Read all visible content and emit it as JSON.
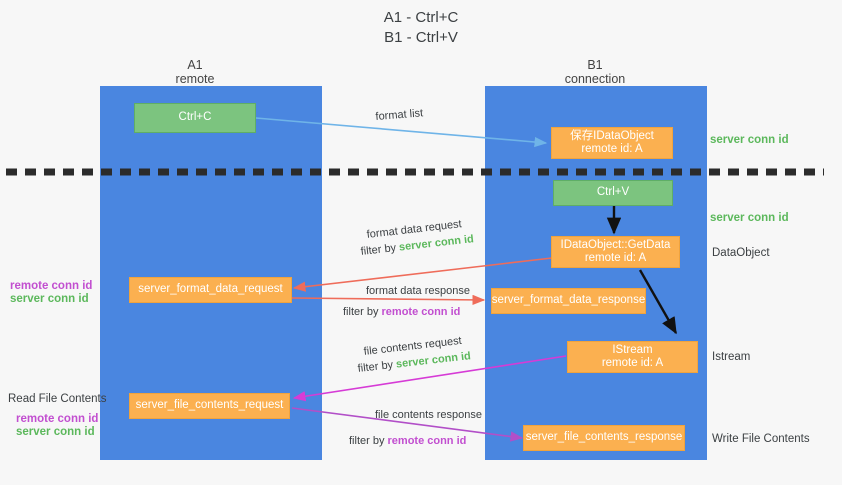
{
  "title": {
    "line1": "A1 - Ctrl+C",
    "line2": "B1 - Ctrl+V"
  },
  "colors": {
    "lane": "#4a86e0",
    "green_box": "#7cc47f",
    "orange_box": "#fbb050",
    "server_conn_id": "#5cb85c",
    "remote_conn_id": "#c24fd0",
    "arrow_blue": "#6fb4e8",
    "arrow_red": "#ef6c5a",
    "arrow_magenta": "#d63bd6",
    "arrow_purple": "#b24fc8",
    "arrow_black": "#000000",
    "divider": "#2b2b2b",
    "background": "#f7f7f7"
  },
  "lanes": [
    {
      "id": "a1",
      "title": "A1",
      "subtitle": "remote"
    },
    {
      "id": "b1",
      "title": "B1",
      "subtitle": "connection"
    }
  ],
  "boxes": {
    "ctrl_c": {
      "label": "Ctrl+C",
      "kind": "green"
    },
    "ctrl_v": {
      "label": "Ctrl+V",
      "kind": "green"
    },
    "save_idataobject": {
      "line1": "保存IDataObject",
      "line2": "remote id: A",
      "kind": "orange"
    },
    "getdata": {
      "line1": "IDataObject::GetData",
      "line2": "remote id: A",
      "kind": "orange"
    },
    "istream": {
      "line1": "IStream",
      "line2": "remote id: A",
      "kind": "orange"
    },
    "server_format_data_request": {
      "label": "server_format_data_request",
      "kind": "orange"
    },
    "server_format_data_response": {
      "label": "server_format_data_response",
      "kind": "orange"
    },
    "server_file_contents_request": {
      "label": "server_file_contents_request",
      "kind": "orange"
    },
    "server_file_contents_response": {
      "label": "server_file_contents_response",
      "kind": "orange"
    }
  },
  "edge_labels": {
    "format_list": "format list",
    "format_data_request": "format data request",
    "format_data_request_filter_prefix": "filter by ",
    "format_data_request_filter_value": "server conn id",
    "format_data_response": "format data response",
    "format_data_response_filter_prefix": "filter by ",
    "format_data_response_filter_value": "remote conn id",
    "file_contents_request": "file contents request",
    "file_contents_request_filter_prefix": "filter by ",
    "file_contents_request_filter_value": "server conn id",
    "file_contents_response": "file contents response",
    "file_contents_response_filter_prefix": "filter by ",
    "file_contents_response_filter_value": "remote conn id"
  },
  "right_labels": {
    "server_conn_id_top": "server conn id",
    "server_conn_id_mid": "server conn id",
    "dataobject": "DataObject",
    "istream": "Istream",
    "write_file_contents": "Write File Contents"
  },
  "left_labels": {
    "remote_conn_id_upper": "remote conn id",
    "server_conn_id_upper": "server conn id",
    "read_file_contents": "Read File Contents",
    "remote_conn_id_lower": "remote conn id",
    "server_conn_id_lower": "server conn id"
  }
}
